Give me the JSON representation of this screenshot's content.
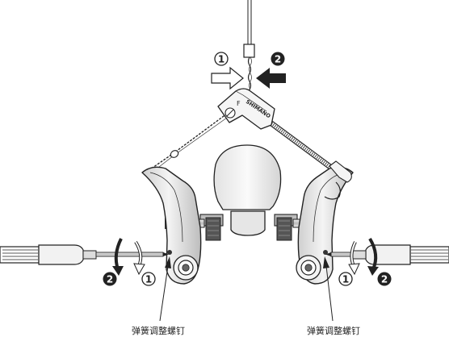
{
  "brand_text": "SHIMANO",
  "arm_mark": "F",
  "steps": {
    "one": "1",
    "two": "2"
  },
  "labels": {
    "left_screw": "弹簧调整螺钉",
    "right_screw": "弹簧调整螺钉"
  },
  "colors": {
    "line": "#222222",
    "fill_light": "#eeeeee",
    "fill_mid": "#cfcfcf",
    "fill_dark": "#555555",
    "background": "#ffffff"
  },
  "icons": [
    "hollow-arrow-icon",
    "solid-arrow-icon",
    "circled-number-icon",
    "screwdriver-icon",
    "rotation-arrow-icon"
  ]
}
